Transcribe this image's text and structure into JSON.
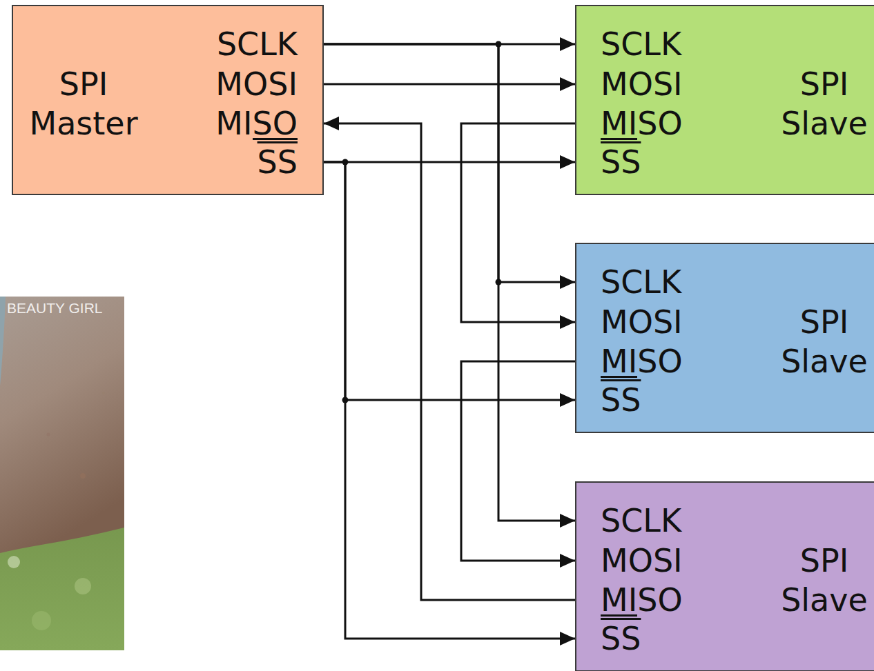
{
  "diagram": {
    "nodes": [
      {
        "text": [
          "SPI Master",
          "SCLK",
          "MOSI",
          "MISO",
          "SS"
        ]
      },
      {
        "text": [
          "SPI Slave",
          "SCLK",
          "MOSI",
          "MISO",
          "SS"
        ]
      },
      {
        "text": [
          "SPI Slave",
          "SCLK",
          "MOSI",
          "MISO",
          "SS"
        ]
      },
      {
        "text": [
          "SPI Slave",
          "SCLK",
          "MOSI",
          "MISO",
          "SS"
        ]
      }
    ],
    "edges": [
      {
        "from": 0,
        "to": 1,
        "arrow": "to"
      },
      {
        "from": 0,
        "to": 2,
        "arrow": "to"
      },
      {
        "from": 0,
        "to": 3,
        "arrow": "to"
      },
      {
        "from": 0,
        "to": 1,
        "arrow": "to"
      },
      {
        "from": 1,
        "to": 2,
        "arrow": "to"
      },
      {
        "from": 2,
        "to": 3,
        "arrow": "to"
      },
      {
        "from": 3,
        "to": 0,
        "arrow": "to"
      },
      {
        "from": 0,
        "to": 1,
        "arrow": "to"
      },
      {
        "from": 0,
        "to": 2,
        "arrow": "to"
      },
      {
        "from": 0,
        "to": 3,
        "arrow": "to"
      }
    ],
    "labels": [
      "BEAUTY GIRL"
    ]
  }
}
